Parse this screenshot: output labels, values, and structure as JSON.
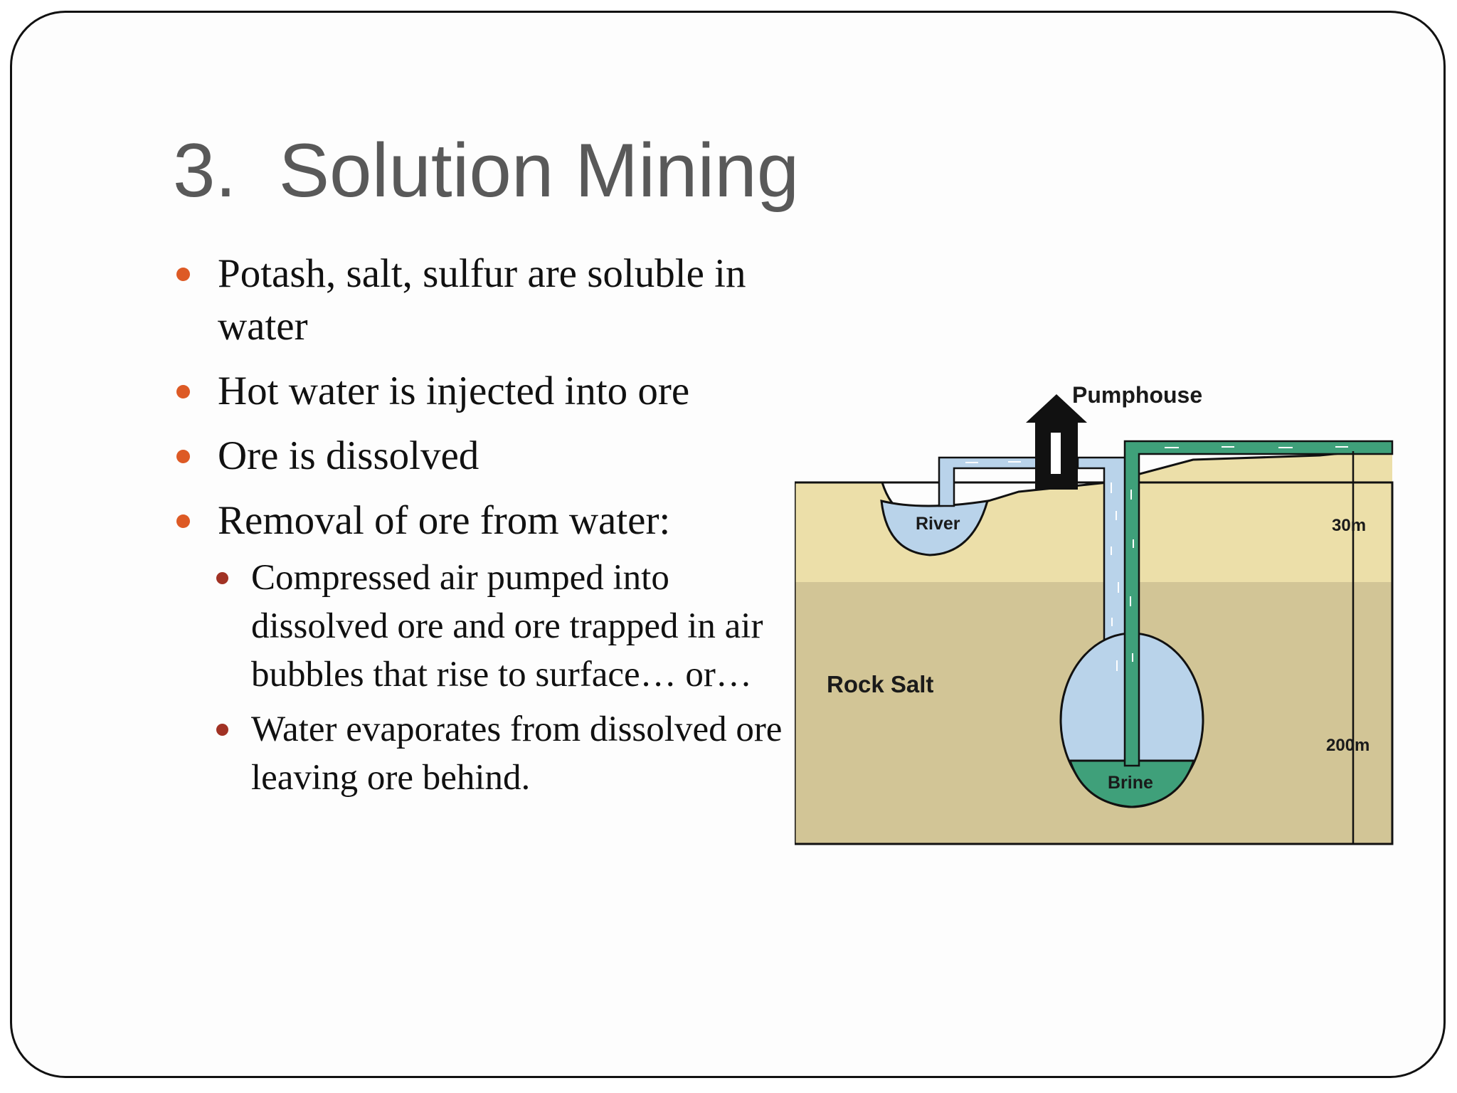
{
  "slide": {
    "title": "3.  Solution Mining",
    "bullets": [
      {
        "text": "Potash, salt, sulfur are soluble in water"
      },
      {
        "text": "Hot water is injected into ore"
      },
      {
        "text": "Ore is dissolved"
      },
      {
        "text": "Removal of ore from water:"
      }
    ],
    "sub_bullets": [
      {
        "text": "Compressed air pumped into dissolved ore and ore trapped in air bubbles that rise to surface… or…"
      },
      {
        "text": "Water evaporates from dissolved ore leaving ore behind."
      }
    ]
  },
  "diagram": {
    "labels": {
      "pumphouse": "Pumphouse",
      "river": "River",
      "rock_salt": "Rock Salt",
      "brine": "Brine",
      "depth_30m": "30m",
      "depth_200m": "200m"
    },
    "colors": {
      "sand": "#ecdfa9",
      "rock_salt": "#d2c596",
      "water": "#b9d3ea",
      "brine": "#3fa07a",
      "outline": "#111111"
    }
  },
  "colors": {
    "title": "#595959",
    "bullet_dot": "#dd5a25",
    "sub_bullet_dot": "#a13224",
    "body_text": "#111111"
  }
}
